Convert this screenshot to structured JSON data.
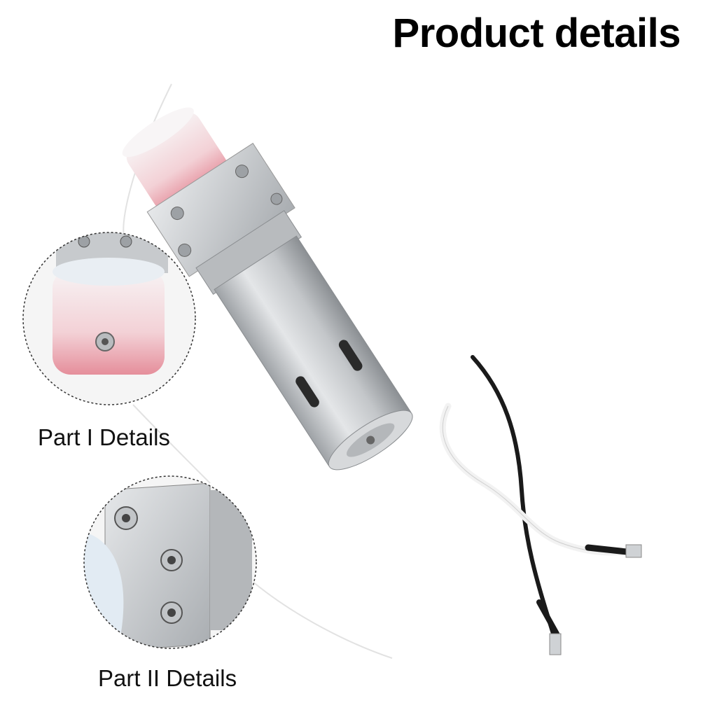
{
  "page": {
    "title": "Product details",
    "callouts": [
      {
        "label": "Part I Details"
      },
      {
        "label": "Part II Details"
      }
    ]
  },
  "colors": {
    "metal": "#c9cccf",
    "metal_dark": "#8e9297",
    "reservoir": "#f4d7db",
    "reservoir_pink": "#ea9aa6",
    "wire_black": "#1a1a1a",
    "wire_white": "#f2f2f2",
    "dashed_circle": "#333333"
  }
}
